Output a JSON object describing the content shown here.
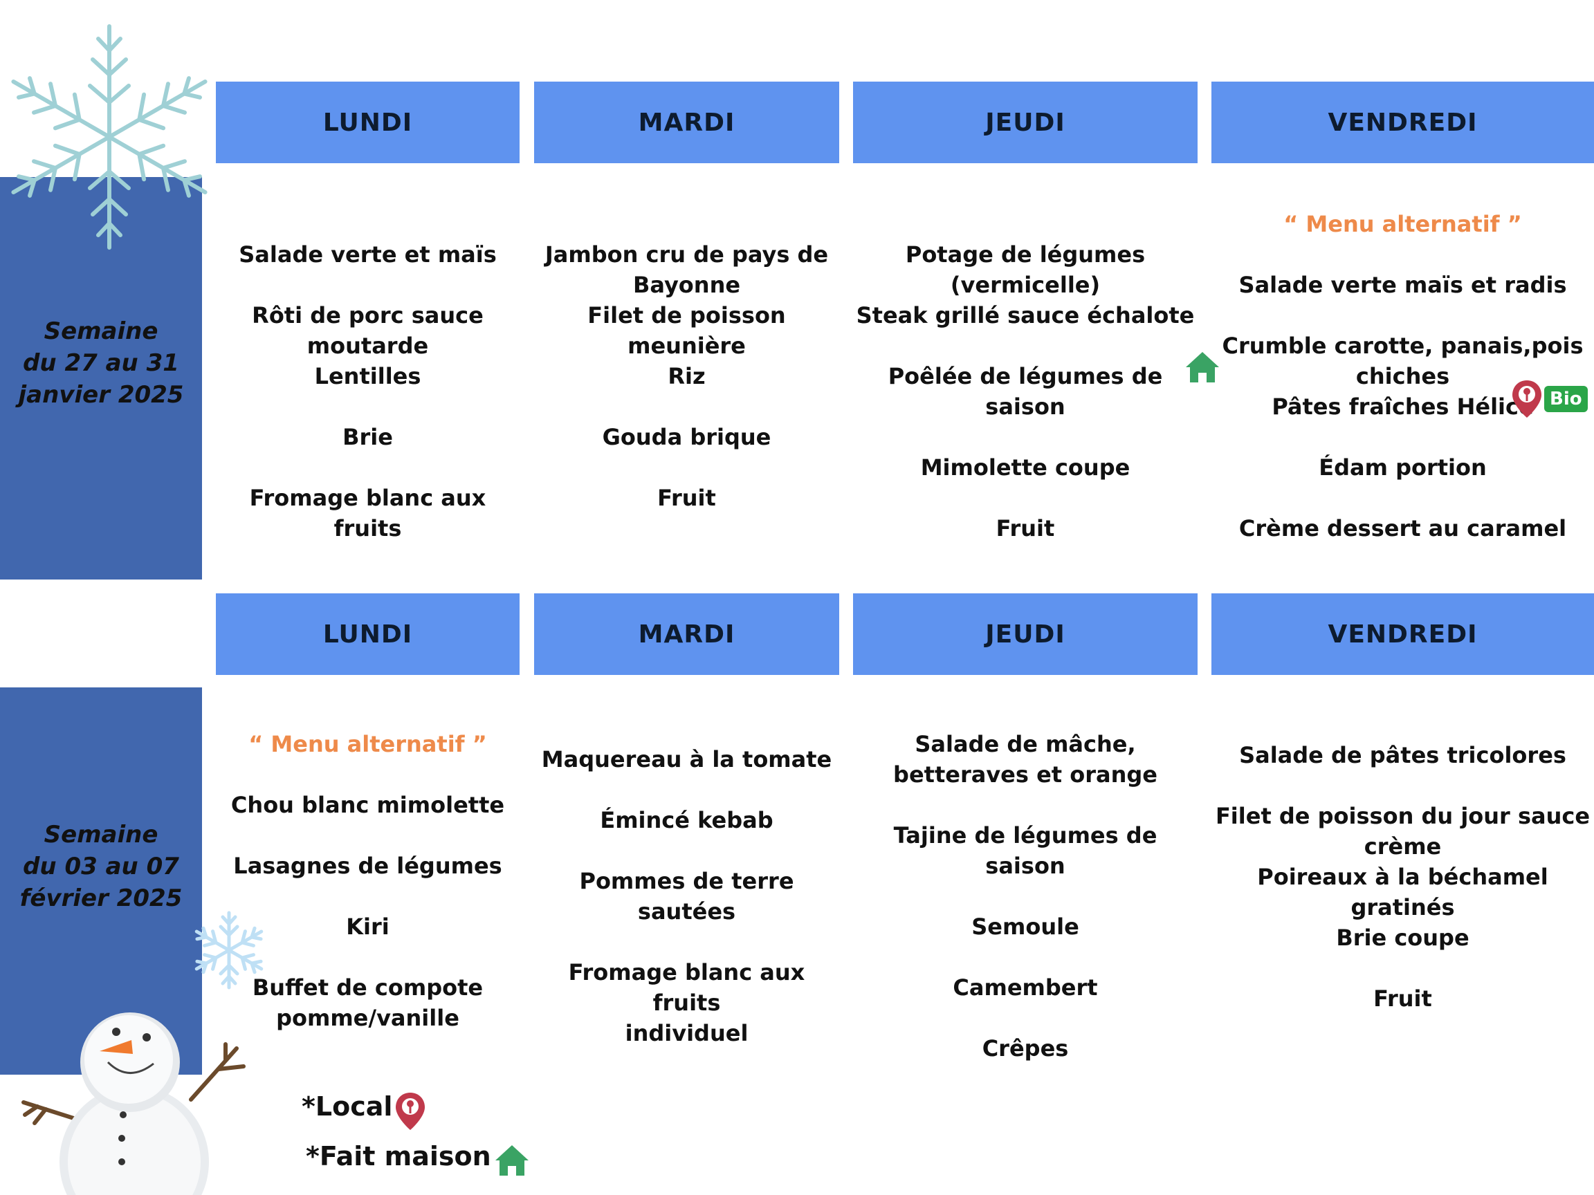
{
  "weeks": [
    {
      "label_lines": [
        "Semaine",
        "du 27 au 31",
        "janvier 2025"
      ],
      "days": [
        {
          "name": "LUNDI",
          "lines": [
            "Salade verte et maïs",
            "",
            "Rôti de porc sauce",
            "moutarde",
            "Lentilles",
            "",
            "Brie",
            "",
            "Fromage blanc aux fruits"
          ]
        },
        {
          "name": "MARDI",
          "lines": [
            "Jambon cru de pays de",
            "Bayonne",
            "Filet de poisson",
            "meunière",
            "Riz",
            "",
            "Gouda brique",
            "",
            "Fruit"
          ]
        },
        {
          "name": "JEUDI",
          "lines": [
            "Potage de légumes",
            "(vermicelle)",
            "Steak grillé sauce échalote",
            "",
            "Poêlée de légumes de saison",
            "",
            "Mimolette coupe",
            "",
            "Fruit"
          ]
        },
        {
          "name": "VENDREDI",
          "alt": "“ Menu alternatif ”",
          "lines": [
            "Salade verte maïs et radis",
            "",
            "Crumble carotte, panais,pois",
            "chiches",
            "Pâtes fraîches Hélice",
            "",
            "Édam portion",
            "",
            "Crème dessert au caramel"
          ]
        }
      ]
    },
    {
      "label_lines": [
        "Semaine",
        "du 03 au 07",
        "février 2025"
      ],
      "days": [
        {
          "name": "LUNDI",
          "alt": "“ Menu alternatif ”",
          "lines": [
            "Chou blanc mimolette",
            "",
            "Lasagnes de légumes",
            "",
            "Kiri",
            "",
            "Buffet de compote",
            "pomme/vanille"
          ]
        },
        {
          "name": "MARDI",
          "lines": [
            "Maquereau à la tomate",
            "",
            "Émincé kebab",
            "",
            "Pommes de terre",
            "sautées",
            "",
            "Fromage blanc aux fruits",
            "individuel"
          ]
        },
        {
          "name": "JEUDI",
          "lines": [
            "Salade de mâche,",
            "betteraves et orange",
            "",
            "Tajine de légumes de saison",
            "",
            "Semoule",
            "",
            "Camembert",
            "",
            "Crêpes"
          ]
        },
        {
          "name": "VENDREDI",
          "lines": [
            "Salade de pâtes tricolores",
            "",
            "Filet de poisson du jour sauce",
            "crème",
            "Poireaux à la béchamel",
            "gratinés",
            "Brie coupe",
            "",
            "Fruit"
          ]
        }
      ]
    }
  ],
  "badges": {
    "bio": "Bio"
  },
  "legend": {
    "local": "*Local",
    "fait_maison": "*Fait maison"
  },
  "colors": {
    "header": "#5f93ef",
    "sidebar": "#4167ae",
    "alt_text": "#ee8a4a",
    "icon_green": "#3aa364",
    "icon_red": "#c0394b"
  },
  "icons": {
    "fait_maison": "house-icon",
    "local": "location-pin-icon"
  }
}
